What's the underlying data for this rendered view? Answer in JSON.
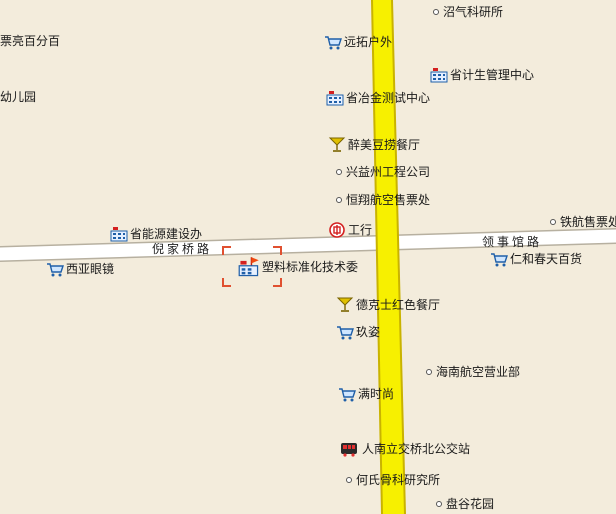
{
  "roads": {
    "ni_jia_qiao": "倪家桥路",
    "ling_shi_guan": "领事馆路"
  },
  "pois": [
    {
      "id": "zhaoqi",
      "label": "沼气科研所",
      "icon": "dot"
    },
    {
      "id": "piaoliang",
      "label": "票亮百分百",
      "icon": "none"
    },
    {
      "id": "yuantuo",
      "label": "远拓户外",
      "icon": "cart"
    },
    {
      "id": "shengjisheng",
      "label": "省计生管理中心",
      "icon": "building"
    },
    {
      "id": "youeryuan",
      "label": "幼儿园",
      "icon": "none"
    },
    {
      "id": "yejin",
      "label": "省冶金测试中心",
      "icon": "building"
    },
    {
      "id": "zuimei",
      "label": "醉美豆捞餐厅",
      "icon": "cup"
    },
    {
      "id": "xingyi",
      "label": "兴益州工程公司",
      "icon": "dot"
    },
    {
      "id": "hengxiang",
      "label": "恒翔航空售票处",
      "icon": "dot"
    },
    {
      "id": "gonghang",
      "label": "工行",
      "icon": "bank"
    },
    {
      "id": "tiehang",
      "label": "铁航售票处",
      "icon": "dot"
    },
    {
      "id": "nengyuan",
      "label": "省能源建设办",
      "icon": "building"
    },
    {
      "id": "xiya",
      "label": "西亚眼镜",
      "icon": "cart"
    },
    {
      "id": "suliao",
      "label": "塑料标准化技术委",
      "icon": "building-flag"
    },
    {
      "id": "renhe",
      "label": "仁和春天百货",
      "icon": "cart"
    },
    {
      "id": "dekeshi",
      "label": "德克士红色餐厅",
      "icon": "cup"
    },
    {
      "id": "jiuzi",
      "label": "玖姿",
      "icon": "cart"
    },
    {
      "id": "hainan",
      "label": "海南航空营业部",
      "icon": "dot"
    },
    {
      "id": "manshishang",
      "label": "满时尚",
      "icon": "cart"
    },
    {
      "id": "bus",
      "label": "人南立交桥北公交站",
      "icon": "bus"
    },
    {
      "id": "heshi",
      "label": "何氏骨科研究所",
      "icon": "dot"
    },
    {
      "id": "pangu",
      "label": "盘谷花园",
      "icon": "dot"
    }
  ],
  "colors": {
    "background": "#f3ecdc",
    "main_road_fill": "#f7f000",
    "main_road_edge": "#c9b300",
    "minor_road_fill": "#ffffff",
    "minor_road_edge": "#b7b0a0",
    "selection_frame": "#e05030"
  }
}
